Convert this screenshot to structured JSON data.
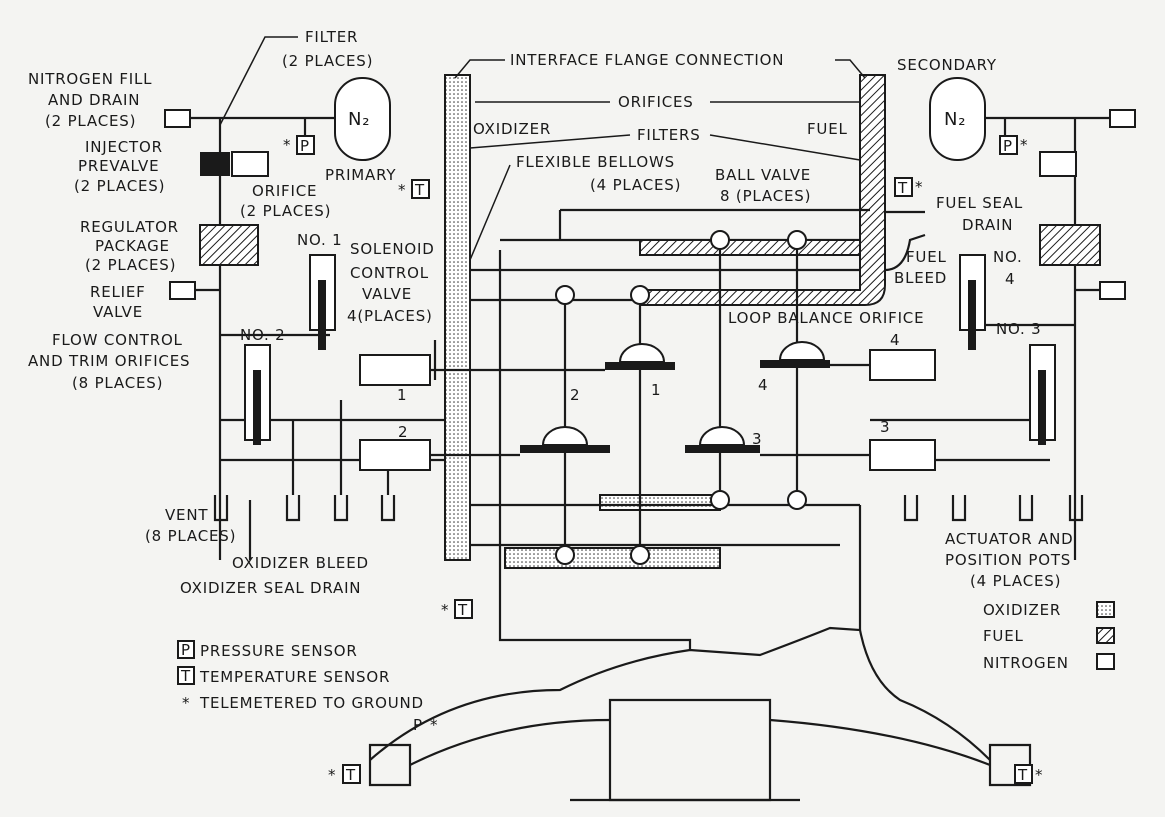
{
  "labels": {
    "filter": [
      "FILTER",
      "(2 PLACES)"
    ],
    "nitrogen_fill": [
      "NITROGEN FILL",
      "AND DRAIN",
      "(2 PLACES)"
    ],
    "injector_prevalve": [
      "INJECTOR",
      "PREVALVE",
      "(2 PLACES)"
    ],
    "orifice": [
      "ORIFICE",
      "(2 PLACES)"
    ],
    "regulator": [
      "REGULATOR",
      "PACKAGE",
      "(2 PLACES)"
    ],
    "relief_valve": [
      "RELIEF",
      "VALVE"
    ],
    "flow_control": [
      "FLOW CONTROL",
      "AND TRIM ORIFICES",
      "(8 PLACES)"
    ],
    "vent": [
      "VENT",
      "(8 PLACES)"
    ],
    "n2": "N₂",
    "primary": "PRIMARY",
    "secondary": "SECONDARY",
    "solenoid": [
      "SOLENOID",
      "CONTROL",
      "VALVE",
      "4(PLACES)"
    ],
    "no1": "NO. 1",
    "no2": "NO. 2",
    "no3": "NO. 3",
    "no4": [
      "NO.",
      "4"
    ],
    "interface_flange": "INTERFACE FLANGE CONNECTION",
    "orifices": "ORIFICES",
    "oxidizer": "OXIDIZER",
    "fuel": "FUEL",
    "filters": "FILTERS",
    "flexible_bellows": [
      "FLEXIBLE BELLOWS",
      "(4 PLACES)"
    ],
    "ball_valve": [
      "BALL VALVE",
      "8 (PLACES)"
    ],
    "fuel_seal_drain": [
      "FUEL SEAL",
      "DRAIN"
    ],
    "fuel_bleed": [
      "FUEL",
      "BLEED"
    ],
    "loop_balance": "LOOP BALANCE ORIFICE",
    "actuator": [
      "ACTUATOR AND",
      "POSITION POTS",
      "(4 PLACES)"
    ],
    "oxidizer_bleed": "OXIDIZER BLEED",
    "oxidizer_seal_drain": "OXIDIZER SEAL DRAIN",
    "numbers": [
      "1",
      "2",
      "3",
      "4"
    ]
  },
  "sensors": {
    "p": "P",
    "t": "T",
    "star": "*"
  },
  "key": {
    "pressure": "PRESSURE SENSOR",
    "temperature": "TEMPERATURE SENSOR",
    "telemetered": "TELEMETERED TO GROUND"
  },
  "legend": [
    {
      "label": "OXIDIZER",
      "pattern": "dots"
    },
    {
      "label": "FUEL",
      "pattern": "hatch"
    },
    {
      "label": "NITROGEN",
      "pattern": "blank"
    }
  ]
}
